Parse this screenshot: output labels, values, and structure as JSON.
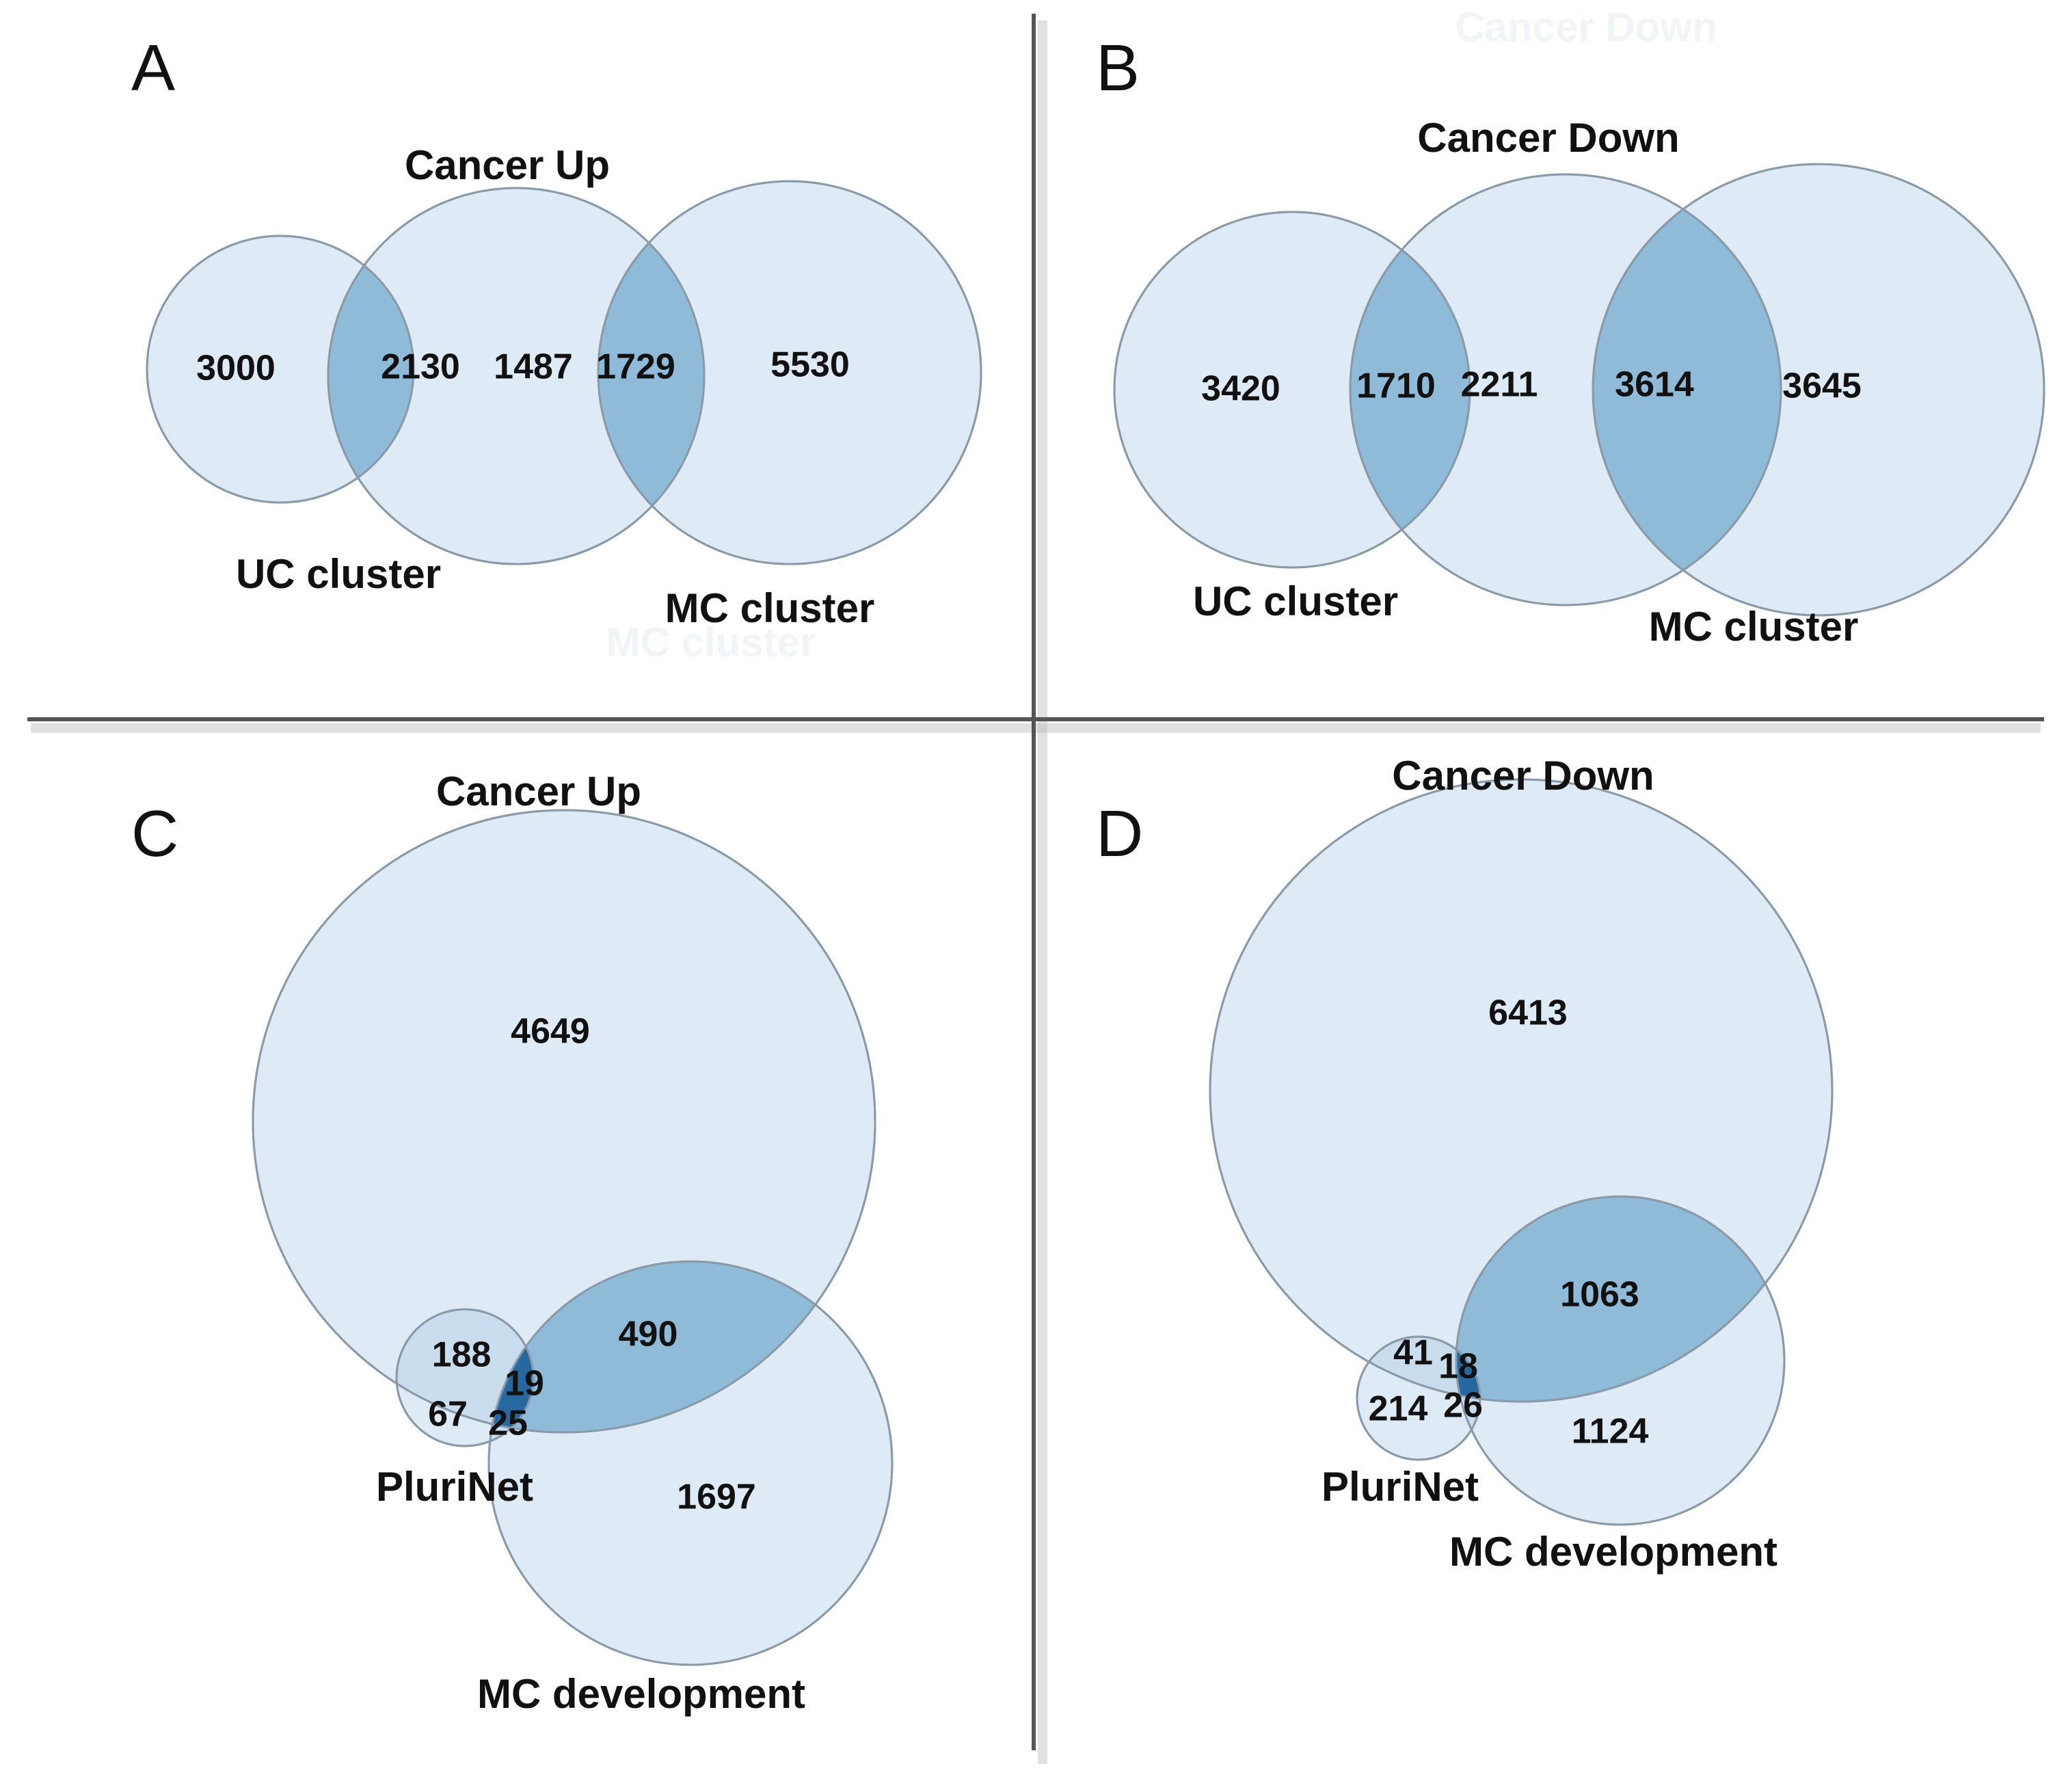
{
  "panels": {
    "A": {
      "letter": "A",
      "labels": {
        "cancer": "Cancer Up",
        "uc": "UC cluster",
        "mc": "MC cluster"
      },
      "counts": {
        "uc_only": "3000",
        "uc_cancer": "2130",
        "cancer_only": "1487",
        "cancer_mc": "1729",
        "mc_only": "5530"
      }
    },
    "B": {
      "letter": "B",
      "labels": {
        "cancer": "Cancer Down",
        "uc": "UC cluster",
        "mc": "MC cluster"
      },
      "counts": {
        "uc_only": "3420",
        "uc_cancer": "1710",
        "cancer_only": "2211",
        "cancer_mc": "3614",
        "mc_only": "3645"
      }
    },
    "C": {
      "letter": "C",
      "labels": {
        "cancer": "Cancer Up",
        "pluri": "PluriNet",
        "mc": "MC development"
      },
      "counts": {
        "cancer_only": "4649",
        "cancer_pluri": "188",
        "cancer_mc": "490",
        "all_three": "19",
        "pluri_only": "67",
        "pluri_mc": "25",
        "mc_only": "1697"
      }
    },
    "D": {
      "letter": "D",
      "labels": {
        "cancer": "Cancer Down",
        "pluri": "PluriNet",
        "mc": "MC development"
      },
      "counts": {
        "cancer_only": "6413",
        "cancer_mc": "1063",
        "cancer_pluri": "41",
        "all_three": "18",
        "pluri_only": "214",
        "pluri_mc": "26",
        "mc_only": "1124"
      }
    }
  },
  "colors": {
    "circle_fill": "#a8c8e6",
    "overlap_fill": "#5f9ec6",
    "triple_overlap_fill": "#1d5f9a",
    "divider": "#555555"
  }
}
